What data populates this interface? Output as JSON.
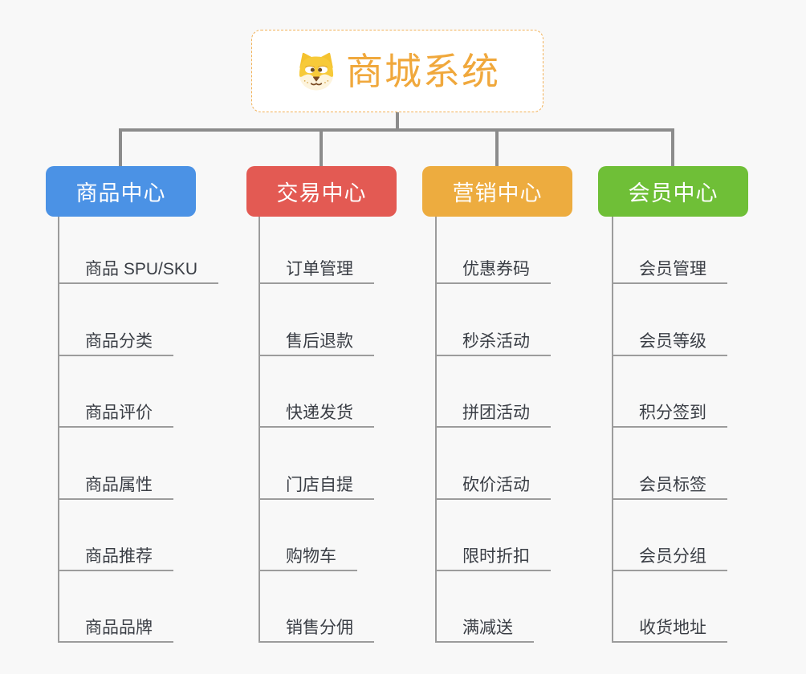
{
  "root": {
    "title": "商城系统",
    "icon": "dog-face-icon",
    "title_color": "#F0A83C",
    "border_color": "#F2B158"
  },
  "branches": [
    {
      "label": "商品中心",
      "color": "#4B92E5",
      "items": [
        "商品 SPU/SKU",
        "商品分类",
        "商品评价",
        "商品属性",
        "商品推荐",
        "商品品牌"
      ]
    },
    {
      "label": "交易中心",
      "color": "#E35A53",
      "items": [
        "订单管理",
        "售后退款",
        "快递发货",
        "门店自提",
        "购物车",
        "销售分佣"
      ]
    },
    {
      "label": "营销中心",
      "color": "#EDAC3F",
      "items": [
        "优惠券码",
        "秒杀活动",
        "拼团活动",
        "砍价活动",
        "限时折扣",
        "满减送"
      ]
    },
    {
      "label": "会员中心",
      "color": "#6FBF37",
      "items": [
        "会员管理",
        "会员等级",
        "积分签到",
        "会员标签",
        "会员分组",
        "收货地址"
      ]
    }
  ],
  "colors": {
    "background": "#F8F8F8",
    "connector": "#8C8C8C",
    "underline": "#9C9C9C",
    "item_text": "#3A3E45",
    "branch_text": "#FFFFFF"
  }
}
